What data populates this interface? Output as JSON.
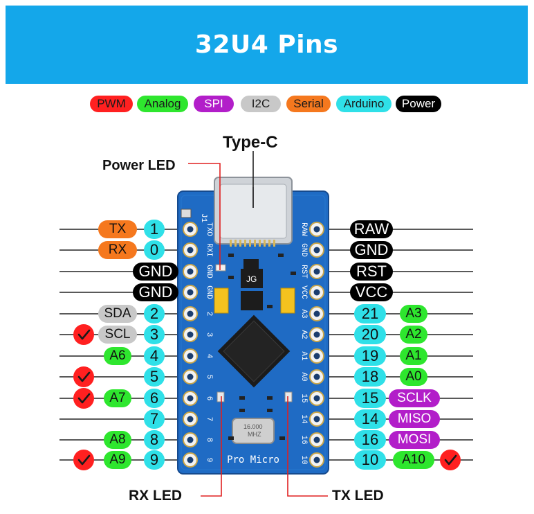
{
  "title": "32U4 Pins",
  "colors": {
    "banner": "#14a7ea",
    "pwm": "#ff2020",
    "analog": "#2ee62e",
    "spi": "#b21ec9",
    "i2c": "#c8c8c8",
    "serial": "#f5781e",
    "arduino": "#2fe0e8",
    "power": "#000000",
    "board": "#1f6bc4"
  },
  "legend": [
    {
      "label": "PWM",
      "color": "#ff2020",
      "text": "#1a1a1a"
    },
    {
      "label": "Analog",
      "color": "#2ee62e",
      "text": "#1a1a1a"
    },
    {
      "label": "SPI",
      "color": "#b21ec9",
      "text": "#ffffff"
    },
    {
      "label": "I2C",
      "color": "#c8c8c8",
      "text": "#1a1a1a"
    },
    {
      "label": "Serial",
      "color": "#f5781e",
      "text": "#1a1a1a"
    },
    {
      "label": "Arduino",
      "color": "#2fe0e8",
      "text": "#1a1a1a"
    },
    {
      "label": "Power",
      "color": "#000000",
      "text": "#ffffff"
    }
  ],
  "callouts": {
    "type_c": "Type-C",
    "power_led": "Power LED",
    "rx_led": "RX  LED",
    "tx_led": "TX  LED"
  },
  "board": {
    "name": "Pro Micro",
    "jg": "JG",
    "crystal": "16.000\nMHZ",
    "left_silk": [
      "TXO",
      "RXI",
      "GND",
      "GND",
      "2",
      "3",
      "4",
      "5",
      "6",
      "7",
      "8",
      "9"
    ],
    "right_silk": [
      "RAW",
      "GND",
      "RST",
      "VCC",
      "A3",
      "A2",
      "A1",
      "A0",
      "15",
      "14",
      "16",
      "10"
    ],
    "j1": "J1"
  },
  "left_pins": [
    {
      "num": "1",
      "tags": [
        {
          "label": "TX",
          "kind": "serial"
        }
      ],
      "pwm": false
    },
    {
      "num": "0",
      "tags": [
        {
          "label": "RX",
          "kind": "serial"
        }
      ],
      "pwm": false
    },
    {
      "num": "",
      "tags": [
        {
          "label": "GND",
          "kind": "power"
        }
      ],
      "pwm": false
    },
    {
      "num": "",
      "tags": [
        {
          "label": "GND",
          "kind": "power"
        }
      ],
      "pwm": false
    },
    {
      "num": "2",
      "tags": [
        {
          "label": "SDA",
          "kind": "i2c"
        }
      ],
      "pwm": false
    },
    {
      "num": "3",
      "tags": [
        {
          "label": "SCL",
          "kind": "i2c"
        }
      ],
      "pwm": true
    },
    {
      "num": "4",
      "tags": [
        {
          "label": "A6",
          "kind": "analog"
        }
      ],
      "pwm": false
    },
    {
      "num": "5",
      "tags": [],
      "pwm": true
    },
    {
      "num": "6",
      "tags": [
        {
          "label": "A7",
          "kind": "analog"
        }
      ],
      "pwm": true
    },
    {
      "num": "7",
      "tags": [],
      "pwm": false
    },
    {
      "num": "8",
      "tags": [
        {
          "label": "A8",
          "kind": "analog"
        }
      ],
      "pwm": false
    },
    {
      "num": "9",
      "tags": [
        {
          "label": "A9",
          "kind": "analog"
        }
      ],
      "pwm": true
    }
  ],
  "right_pins": [
    {
      "num": "",
      "tags": [
        {
          "label": "RAW",
          "kind": "power"
        }
      ],
      "pwm": false
    },
    {
      "num": "",
      "tags": [
        {
          "label": "GND",
          "kind": "power"
        }
      ],
      "pwm": false
    },
    {
      "num": "",
      "tags": [
        {
          "label": "RST",
          "kind": "power"
        }
      ],
      "pwm": false
    },
    {
      "num": "",
      "tags": [
        {
          "label": "VCC",
          "kind": "power"
        }
      ],
      "pwm": false
    },
    {
      "num": "21",
      "tags": [
        {
          "label": "A3",
          "kind": "analog"
        }
      ],
      "pwm": false
    },
    {
      "num": "20",
      "tags": [
        {
          "label": "A2",
          "kind": "analog"
        }
      ],
      "pwm": false
    },
    {
      "num": "19",
      "tags": [
        {
          "label": "A1",
          "kind": "analog"
        }
      ],
      "pwm": false
    },
    {
      "num": "18",
      "tags": [
        {
          "label": "A0",
          "kind": "analog"
        }
      ],
      "pwm": false
    },
    {
      "num": "15",
      "tags": [
        {
          "label": "SCLK",
          "kind": "spi"
        }
      ],
      "pwm": false
    },
    {
      "num": "14",
      "tags": [
        {
          "label": "MISO",
          "kind": "spi"
        }
      ],
      "pwm": false
    },
    {
      "num": "16",
      "tags": [
        {
          "label": "MOSI",
          "kind": "spi"
        }
      ],
      "pwm": false
    },
    {
      "num": "10",
      "tags": [
        {
          "label": "A10",
          "kind": "analog"
        }
      ],
      "pwm": true
    }
  ]
}
